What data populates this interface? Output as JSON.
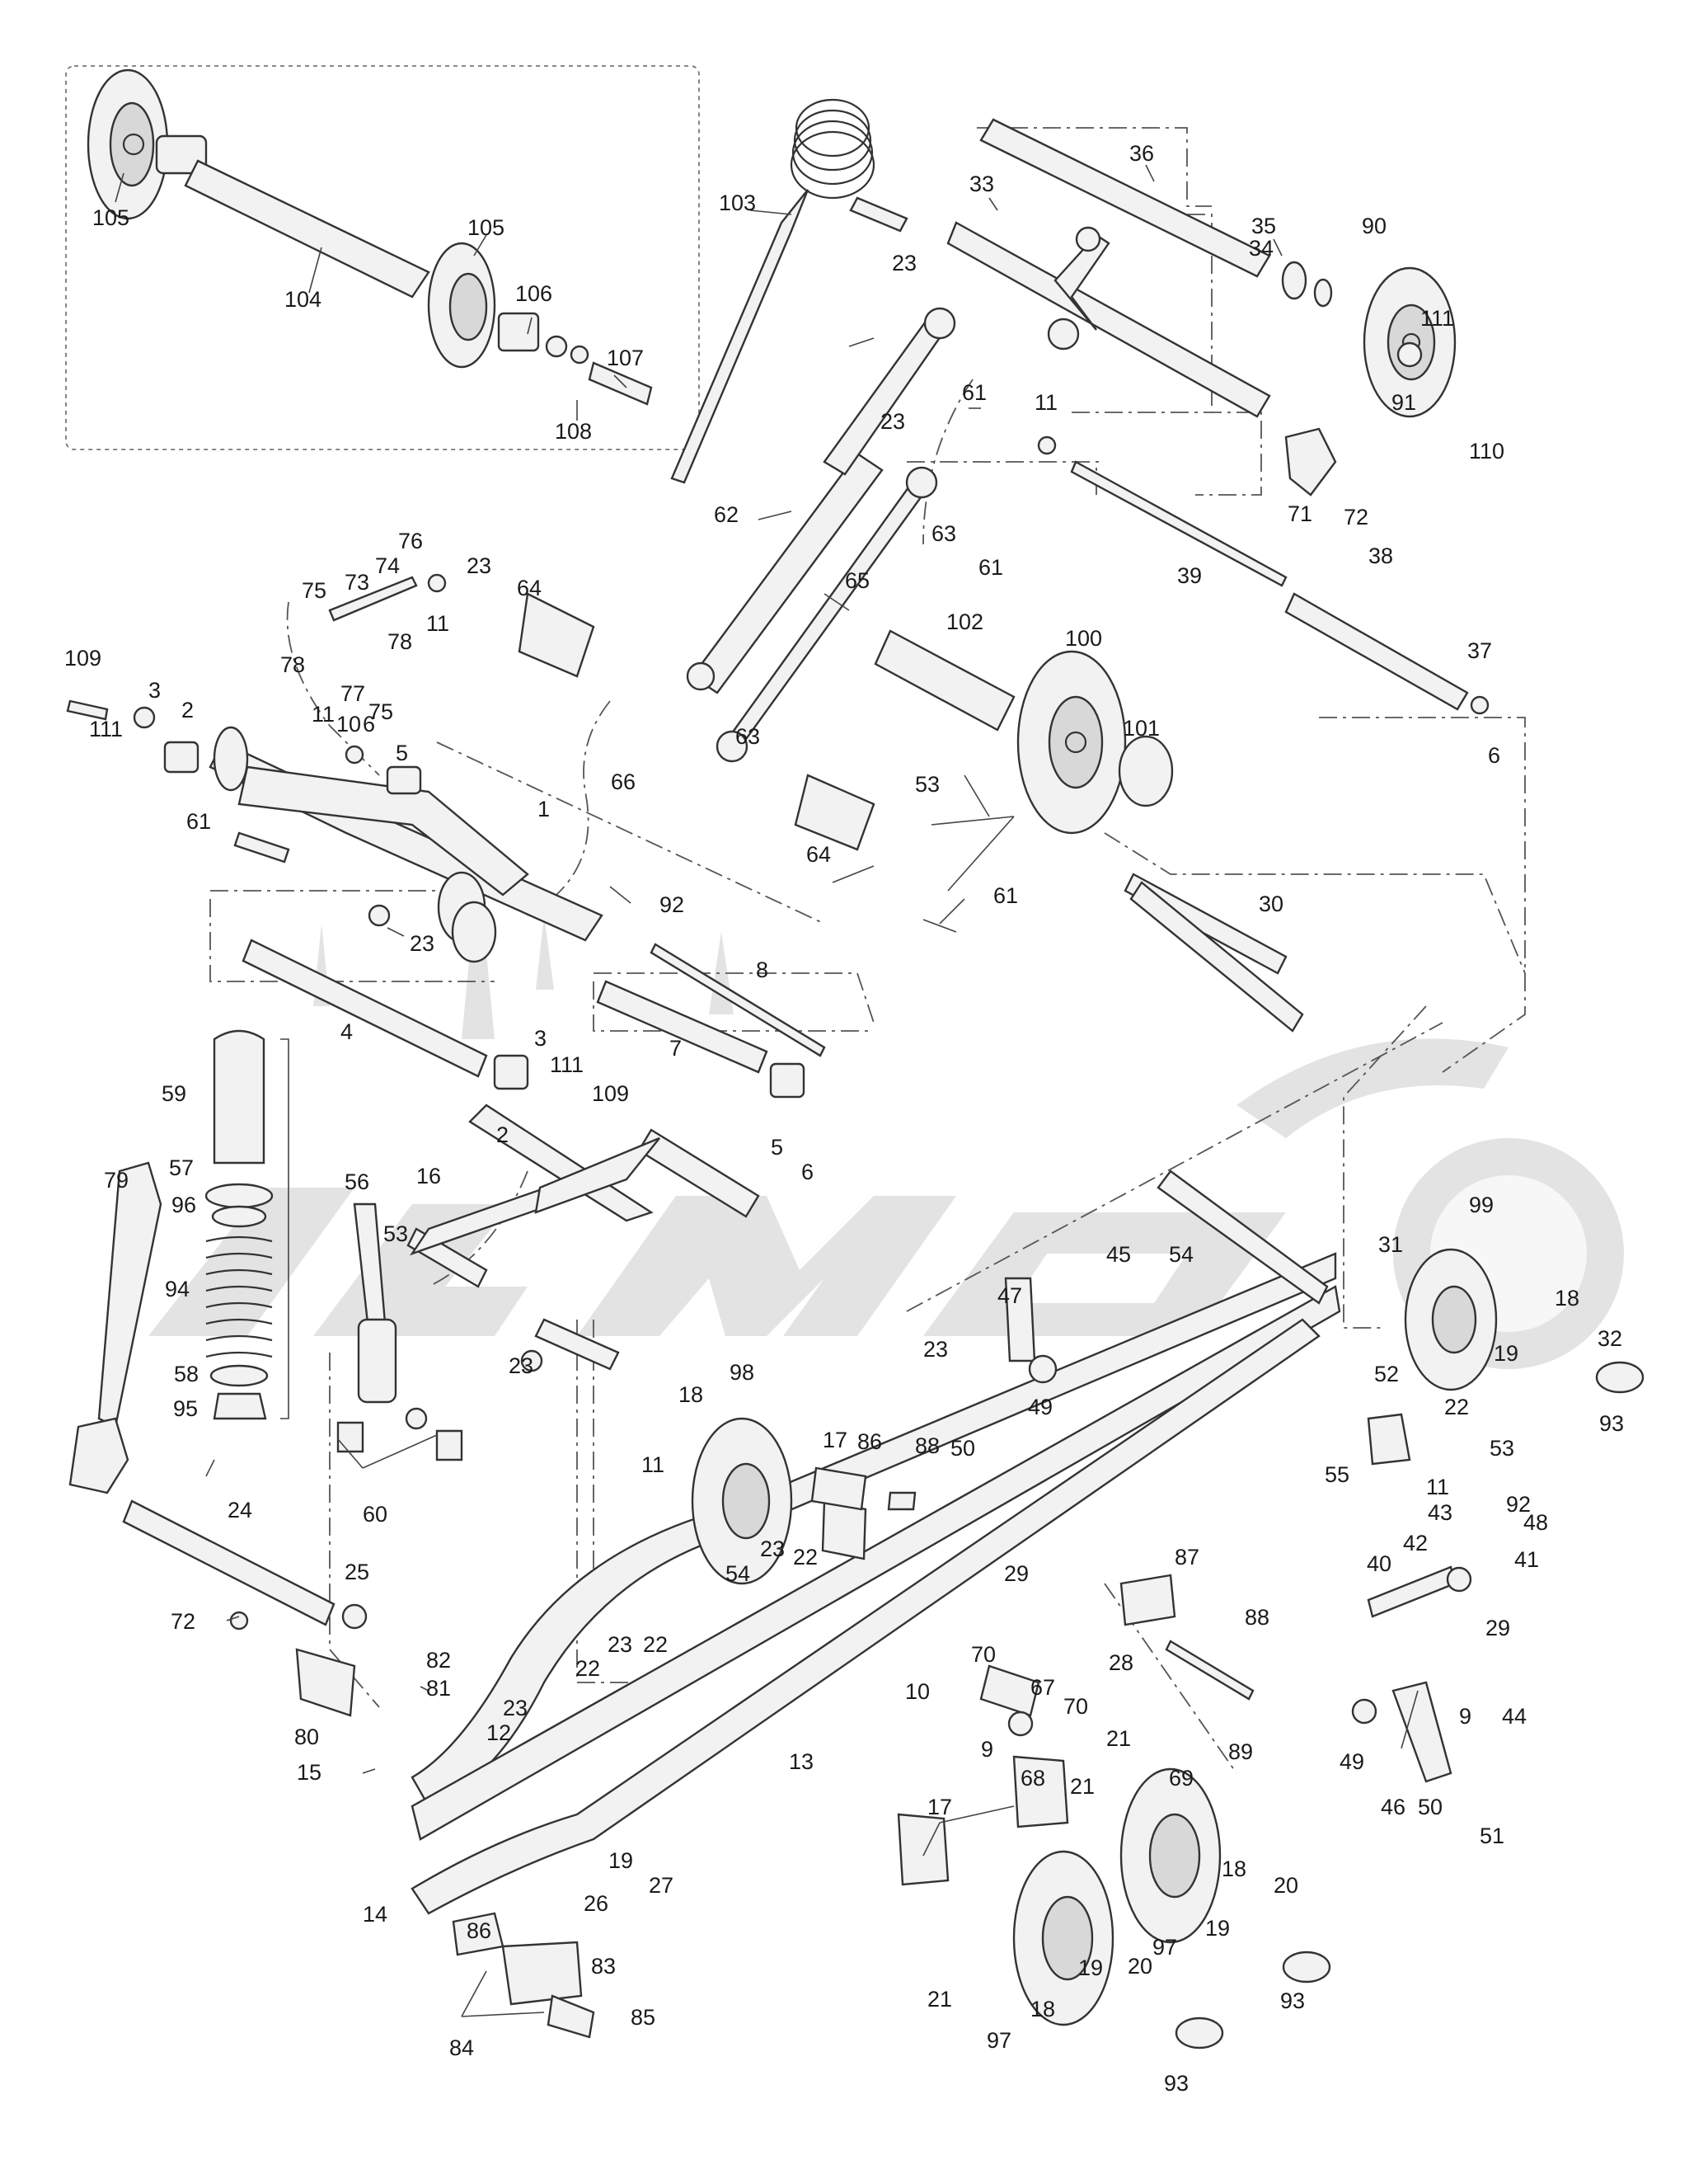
{
  "diagram": {
    "labels": [
      {
        "id": "l105a",
        "text": "105"
      },
      {
        "id": "l104",
        "text": "104"
      },
      {
        "id": "l105b",
        "text": "105"
      },
      {
        "id": "l106",
        "text": "106"
      },
      {
        "id": "l107",
        "text": "107"
      },
      {
        "id": "l108",
        "text": "108"
      },
      {
        "id": "l103",
        "text": "103"
      },
      {
        "id": "l23a",
        "text": "23"
      },
      {
        "id": "l61a",
        "text": "61"
      },
      {
        "id": "l23b",
        "text": "23"
      },
      {
        "id": "l62",
        "text": "62"
      },
      {
        "id": "l63a",
        "text": "63"
      },
      {
        "id": "l61b",
        "text": "61"
      },
      {
        "id": "l65",
        "text": "65"
      },
      {
        "id": "l33",
        "text": "33"
      },
      {
        "id": "l36",
        "text": "36"
      },
      {
        "id": "l35",
        "text": "35"
      },
      {
        "id": "l34",
        "text": "34"
      },
      {
        "id": "l90",
        "text": "90"
      },
      {
        "id": "l111a",
        "text": "111"
      },
      {
        "id": "l91",
        "text": "91"
      },
      {
        "id": "l110",
        "text": "110"
      },
      {
        "id": "l11a",
        "text": "11"
      },
      {
        "id": "l71",
        "text": "71"
      },
      {
        "id": "l72a",
        "text": "72"
      },
      {
        "id": "l39",
        "text": "39"
      },
      {
        "id": "l38",
        "text": "38"
      },
      {
        "id": "l37",
        "text": "37"
      },
      {
        "id": "l6a",
        "text": "6"
      },
      {
        "id": "l102",
        "text": "102"
      },
      {
        "id": "l100",
        "text": "100"
      },
      {
        "id": "l101",
        "text": "101"
      },
      {
        "id": "l76",
        "text": "76"
      },
      {
        "id": "l75a",
        "text": "75"
      },
      {
        "id": "l73",
        "text": "73"
      },
      {
        "id": "l74",
        "text": "74"
      },
      {
        "id": "l11b",
        "text": "11"
      },
      {
        "id": "l78a",
        "text": "78"
      },
      {
        "id": "l78b",
        "text": "78"
      },
      {
        "id": "l77",
        "text": "77"
      },
      {
        "id": "l75b",
        "text": "75"
      },
      {
        "id": "l23c",
        "text": "23"
      },
      {
        "id": "l64a",
        "text": "64"
      },
      {
        "id": "l109a",
        "text": "109"
      },
      {
        "id": "l3a",
        "text": "3"
      },
      {
        "id": "l111b",
        "text": "111"
      },
      {
        "id": "l2a",
        "text": "2"
      },
      {
        "id": "l11c",
        "text": "11"
      },
      {
        "id": "l10a",
        "text": "10"
      },
      {
        "id": "l6b",
        "text": "6"
      },
      {
        "id": "l5a",
        "text": "5"
      },
      {
        "id": "l66",
        "text": "66"
      },
      {
        "id": "l63b",
        "text": "63"
      },
      {
        "id": "l53a",
        "text": "53"
      },
      {
        "id": "l64b",
        "text": "64"
      },
      {
        "id": "l61c",
        "text": "61"
      },
      {
        "id": "l1",
        "text": "1"
      },
      {
        "id": "l61d",
        "text": "61"
      },
      {
        "id": "l92a",
        "text": "92"
      },
      {
        "id": "l23d",
        "text": "23"
      },
      {
        "id": "l30",
        "text": "30"
      },
      {
        "id": "l4",
        "text": "4"
      },
      {
        "id": "l8",
        "text": "8"
      },
      {
        "id": "l3b",
        "text": "3"
      },
      {
        "id": "l111c",
        "text": "111"
      },
      {
        "id": "l109b",
        "text": "109"
      },
      {
        "id": "l7",
        "text": "7"
      },
      {
        "id": "l2b",
        "text": "2"
      },
      {
        "id": "l5b",
        "text": "5"
      },
      {
        "id": "l6c",
        "text": "6"
      },
      {
        "id": "l59",
        "text": "59"
      },
      {
        "id": "l79",
        "text": "79"
      },
      {
        "id": "l57",
        "text": "57"
      },
      {
        "id": "l96",
        "text": "96"
      },
      {
        "id": "l94",
        "text": "94"
      },
      {
        "id": "l58",
        "text": "58"
      },
      {
        "id": "l95",
        "text": "95"
      },
      {
        "id": "l56",
        "text": "56"
      },
      {
        "id": "l16",
        "text": "16"
      },
      {
        "id": "l53b",
        "text": "53"
      },
      {
        "id": "l23e",
        "text": "23"
      },
      {
        "id": "l60",
        "text": "60"
      },
      {
        "id": "l24",
        "text": "24"
      },
      {
        "id": "l25",
        "text": "25"
      },
      {
        "id": "l72b",
        "text": "72"
      },
      {
        "id": "l80",
        "text": "80"
      },
      {
        "id": "l82",
        "text": "82"
      },
      {
        "id": "l81",
        "text": "81"
      },
      {
        "id": "l15",
        "text": "15"
      },
      {
        "id": "l12",
        "text": "12"
      },
      {
        "id": "l14",
        "text": "14"
      },
      {
        "id": "l86a",
        "text": "86"
      },
      {
        "id": "l83",
        "text": "83"
      },
      {
        "id": "l84",
        "text": "84"
      },
      {
        "id": "l85",
        "text": "85"
      },
      {
        "id": "l19a",
        "text": "19"
      },
      {
        "id": "l26",
        "text": "26"
      },
      {
        "id": "l27",
        "text": "27"
      },
      {
        "id": "l23f",
        "text": "23"
      },
      {
        "id": "l22a",
        "text": "22"
      },
      {
        "id": "l23g",
        "text": "23"
      },
      {
        "id": "l22b",
        "text": "22"
      },
      {
        "id": "l13",
        "text": "13"
      },
      {
        "id": "l98",
        "text": "98"
      },
      {
        "id": "l18a",
        "text": "18"
      },
      {
        "id": "l11d",
        "text": "11"
      },
      {
        "id": "l17a",
        "text": "17"
      },
      {
        "id": "l86b",
        "text": "86"
      },
      {
        "id": "l88a",
        "text": "88"
      },
      {
        "id": "l23h",
        "text": "23"
      },
      {
        "id": "l22c",
        "text": "22"
      },
      {
        "id": "l54a",
        "text": "54"
      },
      {
        "id": "l23i",
        "text": "23"
      },
      {
        "id": "l50a",
        "text": "50"
      },
      {
        "id": "l49a",
        "text": "49"
      },
      {
        "id": "l47",
        "text": "47"
      },
      {
        "id": "l45",
        "text": "45"
      },
      {
        "id": "l54b",
        "text": "54"
      },
      {
        "id": "l31",
        "text": "31"
      },
      {
        "id": "l99",
        "text": "99"
      },
      {
        "id": "l18b",
        "text": "18"
      },
      {
        "id": "l19b",
        "text": "19"
      },
      {
        "id": "l32",
        "text": "32"
      },
      {
        "id": "l93a",
        "text": "93"
      },
      {
        "id": "l52",
        "text": "52"
      },
      {
        "id": "l22d",
        "text": "22"
      },
      {
        "id": "l53c",
        "text": "53"
      },
      {
        "id": "l11e",
        "text": "11"
      },
      {
        "id": "l55",
        "text": "55"
      },
      {
        "id": "l43",
        "text": "43"
      },
      {
        "id": "l92b",
        "text": "92"
      },
      {
        "id": "l48",
        "text": "48"
      },
      {
        "id": "l42",
        "text": "42"
      },
      {
        "id": "l41",
        "text": "41"
      },
      {
        "id": "l40",
        "text": "40"
      },
      {
        "id": "l29a",
        "text": "29"
      },
      {
        "id": "l87",
        "text": "87"
      },
      {
        "id": "l29b",
        "text": "29"
      },
      {
        "id": "l28",
        "text": "28"
      },
      {
        "id": "l88b",
        "text": "88"
      },
      {
        "id": "l89",
        "text": "89"
      },
      {
        "id": "l9a",
        "text": "9"
      },
      {
        "id": "l44",
        "text": "44"
      },
      {
        "id": "l10b",
        "text": "10"
      },
      {
        "id": "l70a",
        "text": "70"
      },
      {
        "id": "l67",
        "text": "67"
      },
      {
        "id": "l70b",
        "text": "70"
      },
      {
        "id": "l9b",
        "text": "9"
      },
      {
        "id": "l68",
        "text": "68"
      },
      {
        "id": "l21a",
        "text": "21"
      },
      {
        "id": "l69",
        "text": "69"
      },
      {
        "id": "l49b",
        "text": "49"
      },
      {
        "id": "l46",
        "text": "46"
      },
      {
        "id": "l50b",
        "text": "50"
      },
      {
        "id": "l51",
        "text": "51"
      },
      {
        "id": "l17b",
        "text": "17"
      },
      {
        "id": "l21b",
        "text": "21"
      },
      {
        "id": "l18c",
        "text": "18"
      },
      {
        "id": "l20a",
        "text": "20"
      },
      {
        "id": "l19c",
        "text": "19"
      },
      {
        "id": "l97a",
        "text": "97"
      },
      {
        "id": "l93b",
        "text": "93"
      },
      {
        "id": "l19d",
        "text": "19"
      },
      {
        "id": "l20b",
        "text": "20"
      },
      {
        "id": "l18d",
        "text": "18"
      },
      {
        "id": "l21c",
        "text": "21"
      },
      {
        "id": "l97b",
        "text": "97"
      },
      {
        "id": "l93c",
        "text": "93"
      }
    ]
  }
}
